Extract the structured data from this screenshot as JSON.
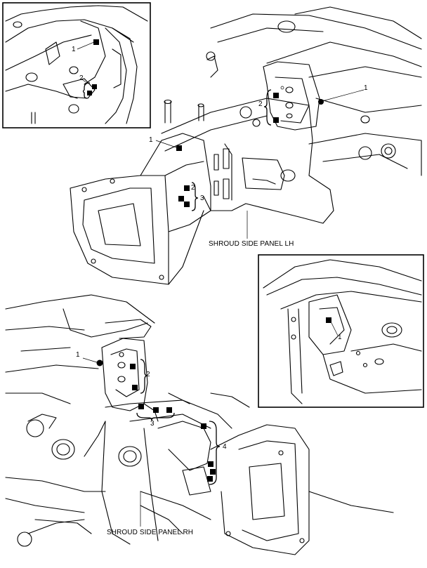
{
  "labels": {
    "shroud_lh": "SHROUD SIDE PANEL LH",
    "shroud_rh": "SHROUD SIDE PANEL RH"
  },
  "callouts": {
    "inset_tl_1": "1",
    "inset_tl_2": "2",
    "lh_1_right": "1",
    "lh_2": "2",
    "lh_1_left": "1",
    "lh_2_lower": "2",
    "lh_3": "3",
    "inset_r_1": "1",
    "rh_1": "1",
    "rh_2": "2",
    "rh_3": "3",
    "rh_4": "4"
  }
}
